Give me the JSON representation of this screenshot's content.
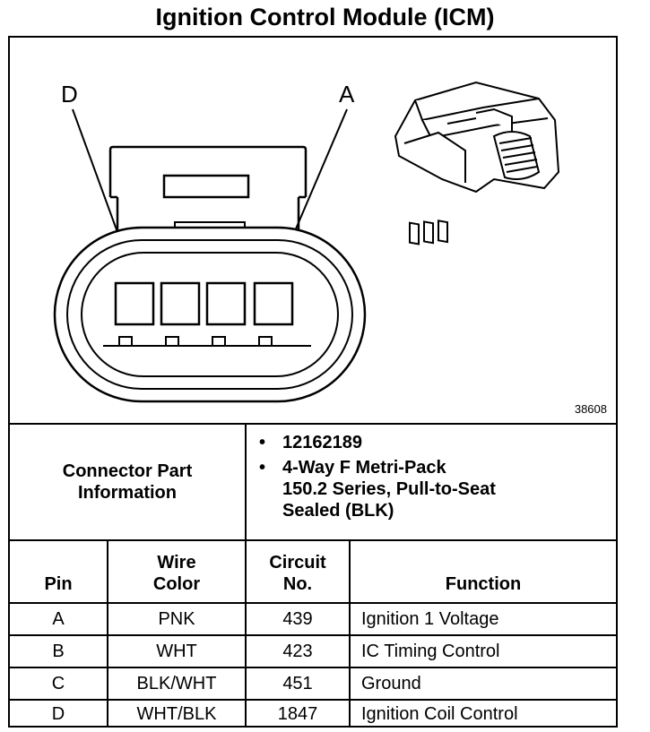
{
  "title": "Ignition Control Module (ICM)",
  "figure": {
    "label_left": "D",
    "label_right": "A",
    "figure_id": "38608"
  },
  "connector_info": {
    "label_line1": "Connector Part",
    "label_line2": "Information",
    "bullet": "•",
    "parts": [
      "12162189",
      "4-Way F Metri-Pack",
      "150.2 Series, Pull-to-Seat",
      "Sealed (BLK)"
    ]
  },
  "table": {
    "headers": {
      "pin": "Pin",
      "wire_color_line1": "Wire",
      "wire_color_line2": "Color",
      "circuit_line1": "Circuit",
      "circuit_line2": "No.",
      "function": "Function"
    },
    "rows": [
      {
        "pin": "A",
        "wire_color": "PNK",
        "circuit": "439",
        "function": "Ignition 1 Voltage"
      },
      {
        "pin": "B",
        "wire_color": "WHT",
        "circuit": "423",
        "function": "IC Timing Control"
      },
      {
        "pin": "C",
        "wire_color": "BLK/WHT",
        "circuit": "451",
        "function": "Ground"
      },
      {
        "pin": "D",
        "wire_color": "WHT/BLK",
        "circuit": "1847",
        "function": "Ignition Coil Control"
      }
    ]
  }
}
